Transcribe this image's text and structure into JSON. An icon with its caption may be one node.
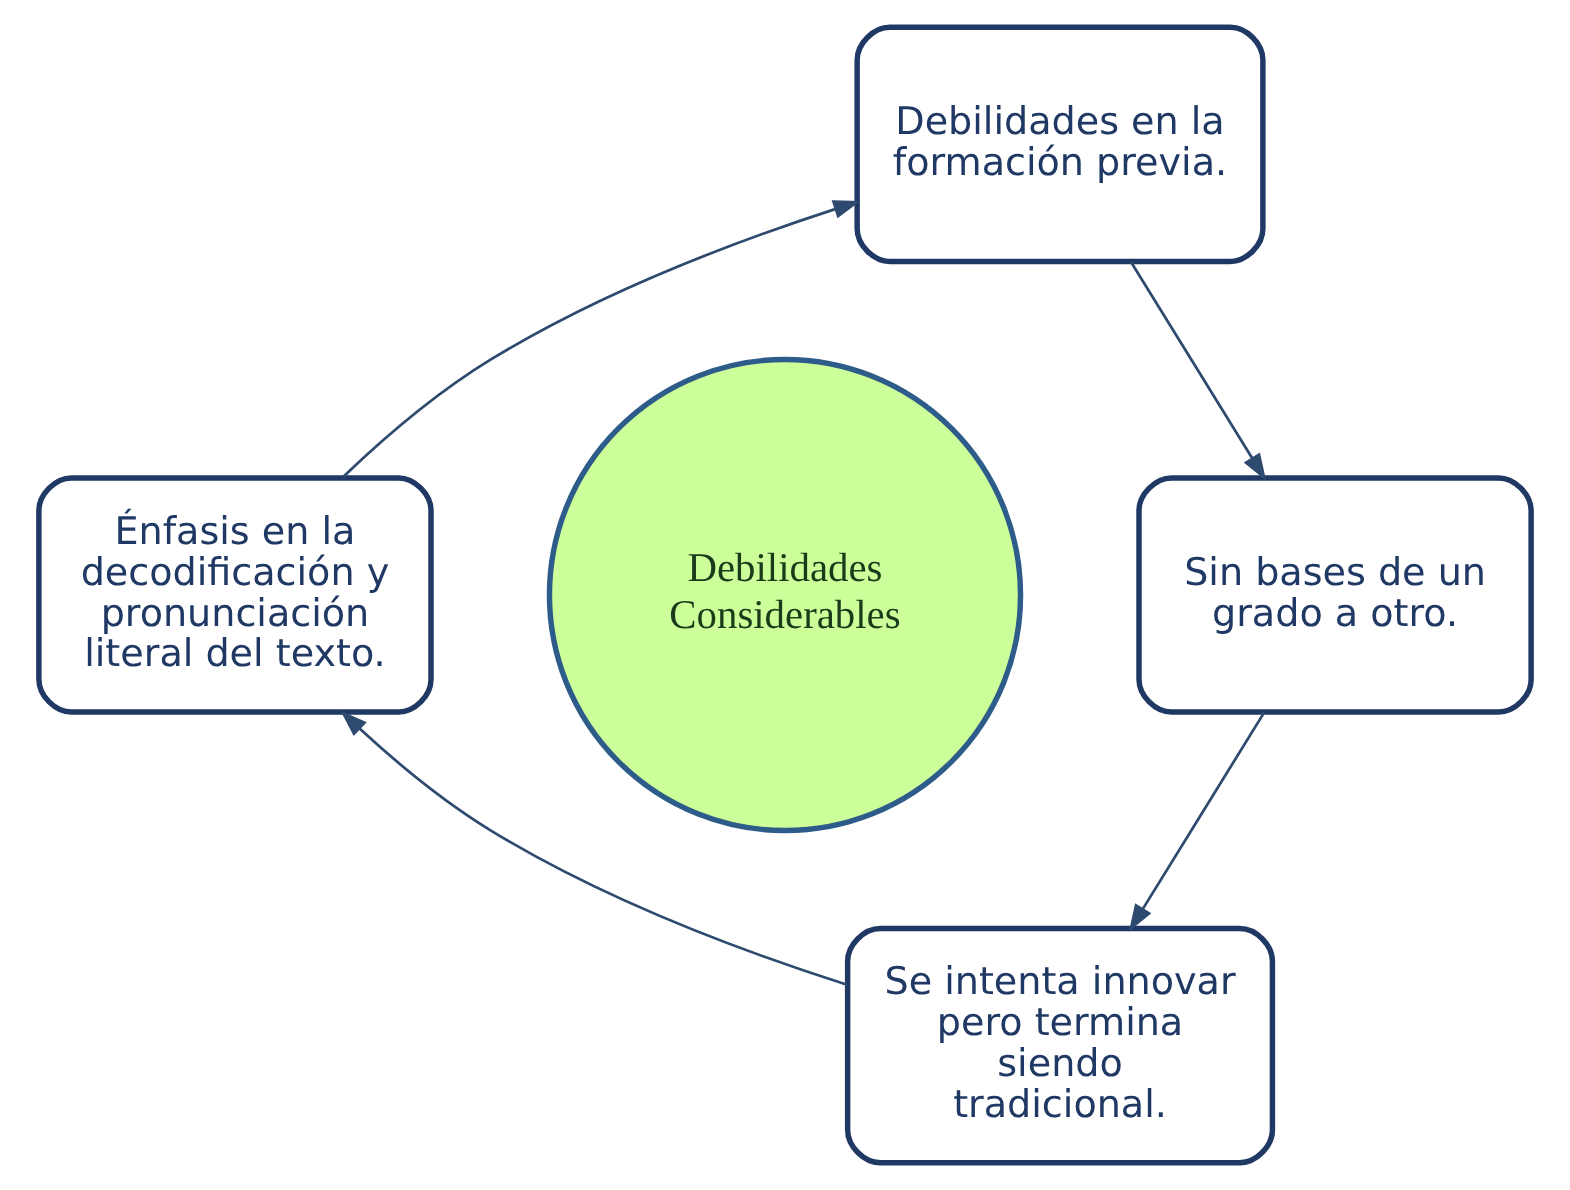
{
  "diagram": {
    "nodes": [
      {
        "text": [
          "Debilidades Considerables"
        ]
      },
      {
        "text": [
          "Debilidades en la formación previa."
        ]
      },
      {
        "text": [
          "Sin bases de un grado a otro."
        ]
      },
      {
        "text": [
          "Se intenta innovar pero termina siendo tradicional."
        ]
      },
      {
        "text": [
          "Énfasis en la decodificación y pronunciación literal del texto."
        ]
      }
    ],
    "edges": [
      {
        "from": 1,
        "to": 2,
        "arrow": "to"
      },
      {
        "from": 2,
        "to": 3,
        "arrow": "to"
      },
      {
        "from": 3,
        "to": 4,
        "arrow": "to"
      },
      {
        "from": 4,
        "to": 1,
        "arrow": "to"
      }
    ]
  }
}
